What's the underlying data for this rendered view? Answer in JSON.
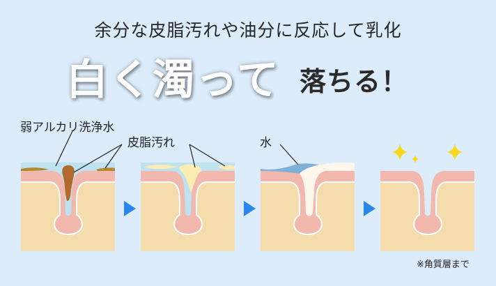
{
  "headline": "余分な皮脂汚れや油分に反応して乳化",
  "emphasis": {
    "big": "白く濁って",
    "small": "落ちる！"
  },
  "labels": {
    "cleanser": "弱アルカリ洗浄水",
    "sebum": "皮脂汚れ",
    "water": "水"
  },
  "note": "※角質層まで",
  "colors": {
    "background": "#dcecfa",
    "skin_pink": "#f2b8ae",
    "tissue_tan": "#f4dcad",
    "cleanser_blue": "#bfe2f0",
    "sebum_brown": "#b2692a",
    "emulsion_yellow": "#fbecb2",
    "water_blue": "#7fb0d6",
    "arrow_blue": "#2a86ea",
    "sparkle": "#f7d81a"
  }
}
